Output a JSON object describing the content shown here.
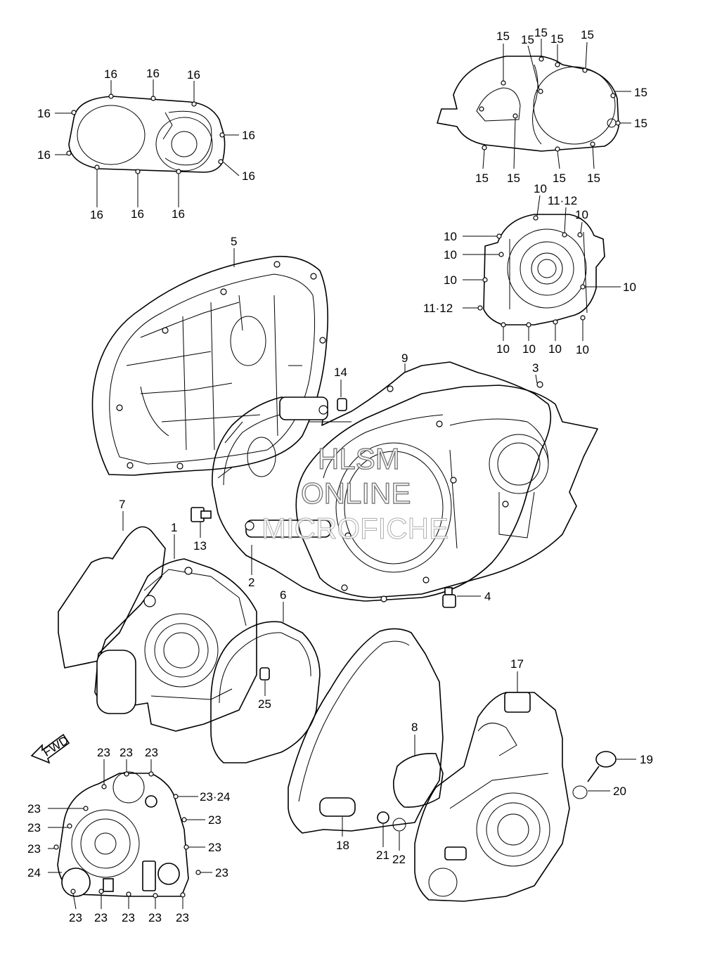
{
  "watermark": {
    "line1": "HLSM",
    "line2": "ONLINE",
    "line3": "MICROFICHE"
  },
  "fwd_badge": "FWD",
  "labels": {
    "p1": "1",
    "p2": "2",
    "p3": "3",
    "p4": "4",
    "p5": "5",
    "p6": "6",
    "p7": "7",
    "p8": "8",
    "p9": "9",
    "p13": "13",
    "p14": "14",
    "p17": "17",
    "p18": "18",
    "p19": "19",
    "p20": "20",
    "p21": "21",
    "p22": "22",
    "p25": "25",
    "n10": "10",
    "n11_12": "11·12",
    "n15": "15",
    "n16": "16",
    "n23": "23",
    "n23_24": "23·24",
    "n24": "24"
  }
}
